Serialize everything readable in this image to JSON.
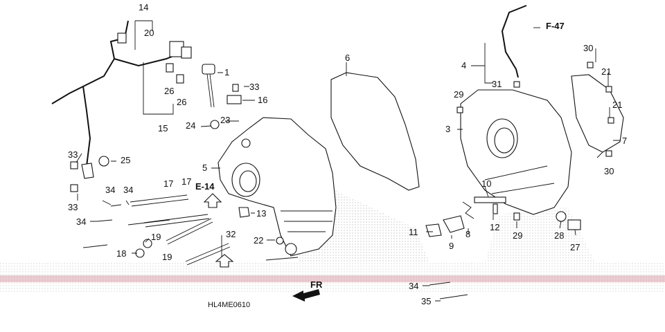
{
  "callouts": [
    "14",
    "20",
    "26",
    "26",
    "15",
    "1",
    "33",
    "16",
    "23",
    "24",
    "5",
    "6",
    "4",
    "31",
    "29",
    "3",
    "30",
    "21",
    "21",
    "7",
    "30",
    "33",
    "25",
    "33",
    "34",
    "34",
    "17",
    "17",
    "34",
    "19",
    "18",
    "19",
    "32",
    "22",
    "13",
    "10",
    "11",
    "9",
    "8",
    "12",
    "29",
    "28",
    "27",
    "34",
    "35"
  ],
  "references": [
    "F-47",
    "E-14",
    "FR"
  ],
  "diagram_code": "HL4ME0610",
  "colors": {
    "ink": "#111111",
    "artifact_band": "#c86a7a"
  }
}
